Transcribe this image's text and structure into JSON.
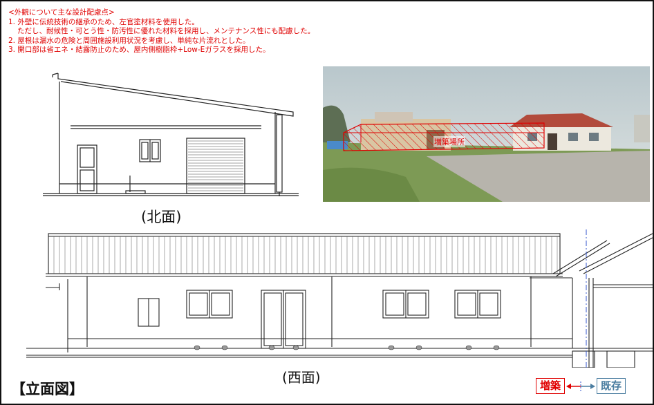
{
  "notes": {
    "heading": "<外観について主な設計配慮点>",
    "items": [
      "1. 外壁に伝統技術の継承のため、左官塗材料を使用した。",
      "ただし、耐候性・可とう性・防汚性に優れた材料を採用し、メンテナンス性にも配慮した。",
      "2. 屋根は漏水の危険と周囲施設利用状況を考慮し、単純な片流れとした。",
      "3. 開口部は省エネ・結露防止のため、屋内側樹脂枠+Low-Eガラスを採用した。"
    ]
  },
  "north_elevation": {
    "label": "(北面)"
  },
  "west_elevation": {
    "label": "(西面)"
  },
  "photo": {
    "overlay_label": "増築場所"
  },
  "title": "【立面図】",
  "legend": {
    "new_label": "増築",
    "existing_label": "既存",
    "new_color": "#e00000",
    "existing_color": "#4a7da0"
  }
}
